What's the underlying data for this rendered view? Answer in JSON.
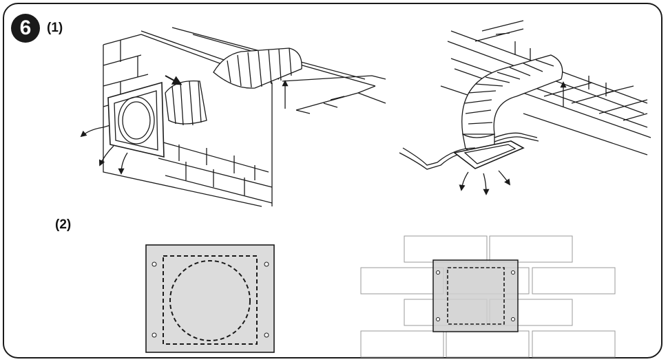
{
  "figure": {
    "step_number": "6",
    "part_1_label": "(1)",
    "part_2_label": "(2)"
  },
  "colors": {
    "stroke": "#1a1a1a",
    "plate_fill": "#dcdcdc",
    "brick_stroke": "#9a9a9a",
    "background": "#ffffff"
  },
  "icons": [
    "wall-vent-illustration",
    "ceiling-vent-illustration",
    "airflow-arrow-icon",
    "mounting-plate",
    "brick-wall"
  ]
}
